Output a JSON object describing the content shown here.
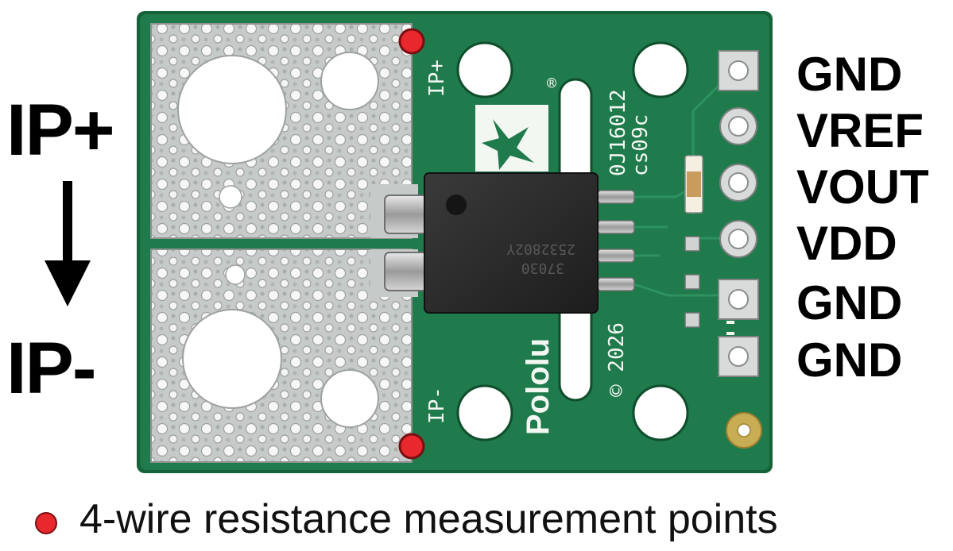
{
  "labels": {
    "ip_plus": "IP+",
    "ip_minus": "IP-"
  },
  "pins": [
    {
      "label": "GND"
    },
    {
      "label": "VREF"
    },
    {
      "label": "VOUT"
    },
    {
      "label": "VDD"
    },
    {
      "label": "GND"
    },
    {
      "label": "GND"
    }
  ],
  "board": {
    "silkscreen_ip_plus": "IP+",
    "silkscreen_ip_minus": "IP-",
    "brand": "Pololu",
    "serial": "0J16012",
    "revision": "cs09c",
    "copyright": "© 2026",
    "chip_line1": "37030",
    "chip_line2": "2532802Y",
    "registered_mark": "®"
  },
  "legend": {
    "text": "4-wire resistance measurement points"
  },
  "colors": {
    "pcb": "#1f7a4c",
    "pcb_edge": "#156338",
    "plating": "#c9ccca",
    "marker": "#e8282c",
    "silkscreen": "#f2f7f2",
    "chip": "#2a2a2a"
  }
}
